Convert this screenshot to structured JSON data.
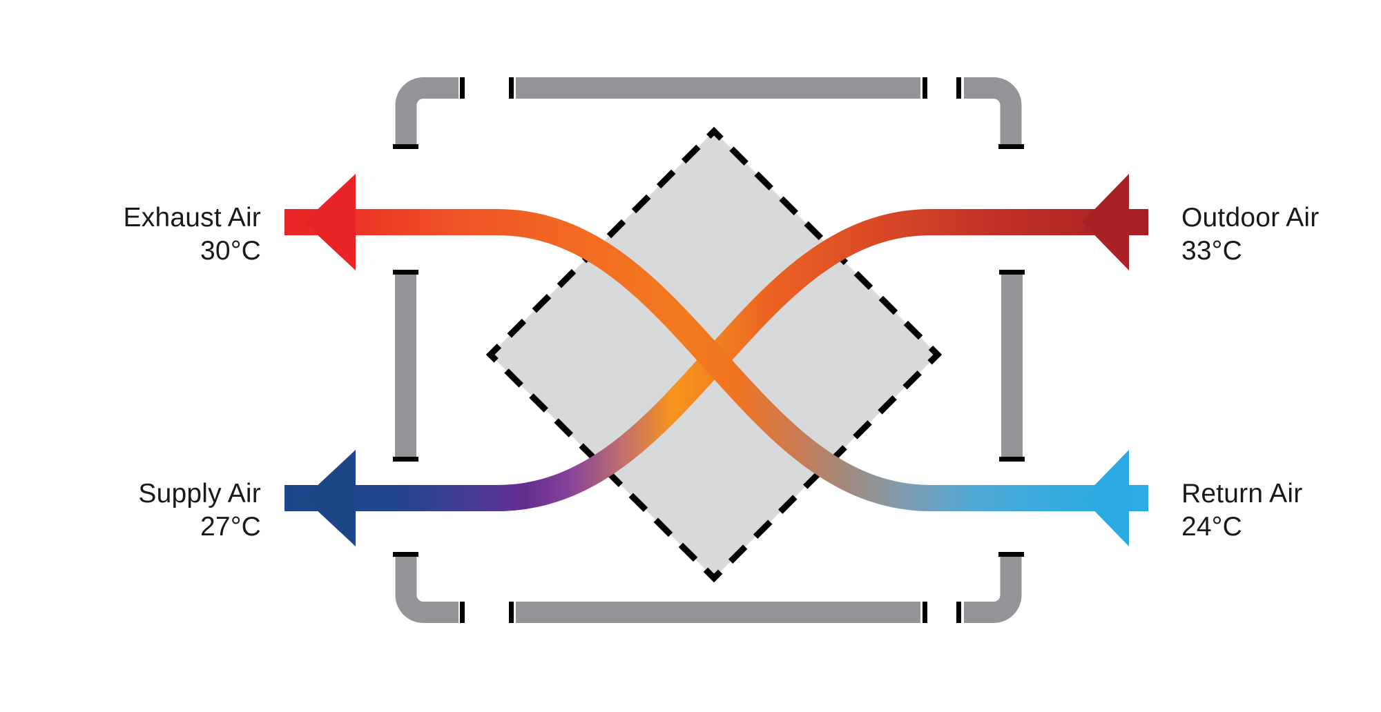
{
  "diagram": {
    "name": "Heat recovery ventilation heat-exchanger diagram",
    "streams": [
      {
        "id": "exhaust-air",
        "label": "Exhaust Air",
        "temperature": "30°C",
        "position": "top-left",
        "arrow_direction": "left",
        "color": "#e92427"
      },
      {
        "id": "outdoor-air",
        "label": "Outdoor Air",
        "temperature": "33°C",
        "position": "top-right",
        "arrow_direction": "left",
        "color": "#a61f23"
      },
      {
        "id": "supply-air",
        "label": "Supply Air",
        "temperature": "27°C",
        "position": "bottom-left",
        "arrow_direction": "left",
        "color": "#1d4689"
      },
      {
        "id": "return-air",
        "label": "Return Air",
        "temperature": "24°C",
        "position": "bottom-right",
        "arrow_direction": "left",
        "color": "#29abe2"
      }
    ],
    "exchanger_core": {
      "shape": "diamond",
      "fill": "#d8d9da",
      "border_color": "#000000",
      "border_style": "dashed"
    },
    "colors": {
      "duct_gray": "#939598",
      "flange_black": "#000000",
      "hot_red": "#e92427",
      "hot_orange": "#f37a1f",
      "warm_gold": "#f7941d",
      "dark_red": "#a61f23",
      "navy_blue": "#1d4689",
      "purple": "#662d91",
      "taupe": "#9e8b80",
      "cyan_blue": "#29abe2",
      "text": "#1b1818"
    }
  }
}
